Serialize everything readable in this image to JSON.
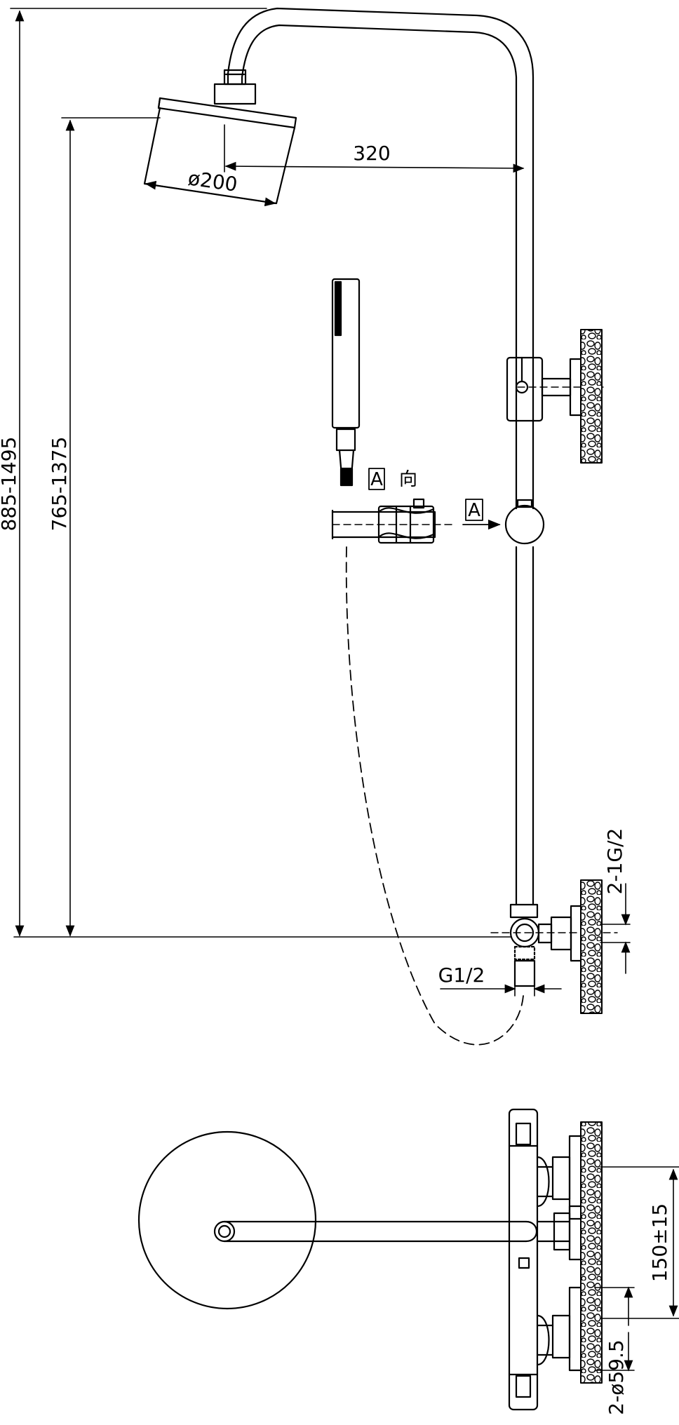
{
  "dimensions": {
    "total_height": "885-1495",
    "head_height": "765-1375",
    "arm_reach": "320",
    "head_diameter": "ø200",
    "inlet_thread": "2-1G/2",
    "outlet_thread": "G1/2",
    "inlet_spacing": "150±15",
    "escutcheon": "2-ø59.5"
  },
  "annotations": {
    "view_marker": "A",
    "view_marker_arrow": "A",
    "direction_text": "向"
  }
}
